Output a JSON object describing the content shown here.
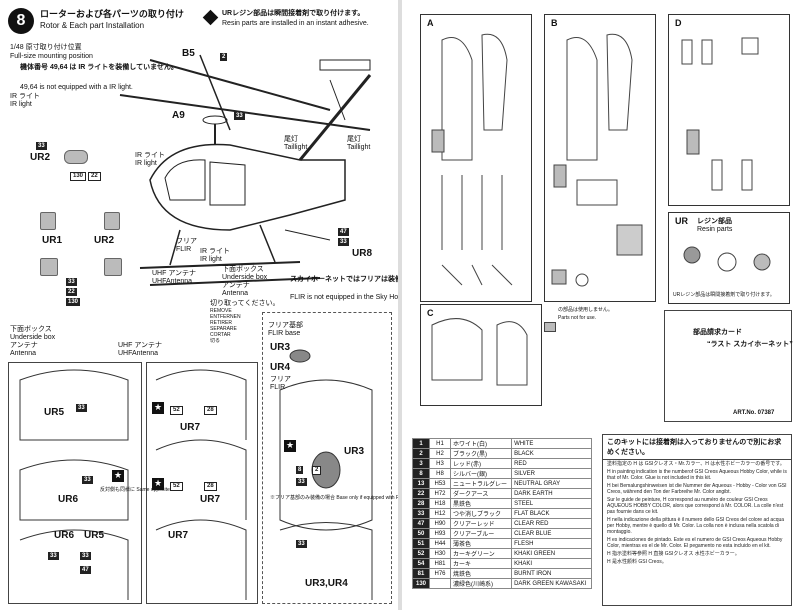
{
  "left": {
    "step": {
      "number": "8",
      "title_jp": "ローターおよび各パーツの取り付け",
      "title_en": "Rotor & Each part Installation",
      "resin_note_jp": "URレジン部品は瞬間接着剤で取り付けます。",
      "resin_note_en": "Resin parts are installed in an instant adhesive."
    },
    "scale_note_jp": "1/48 原寸取り付け位置",
    "scale_note_en": "Full-size mounting position",
    "ir_note_jp": "機体番号 49,64 は IR ライトを装備していません。",
    "ir_note_en": "49,64 is not equipped with a IR light.",
    "ir_light_jp": "IR ライト",
    "ir_light_en": "IR light",
    "parts": {
      "b5": "B5",
      "a9": "A9",
      "ur2_a": "UR2",
      "ur1": "UR1",
      "ur2_b": "UR2",
      "ur8": "UR8",
      "ur3": "UR3",
      "ur4": "UR4",
      "ur5": "UR5",
      "ur6": "UR6",
      "ur7_a": "UR7",
      "ur7_b": "UR7",
      "ur3_b": "UR3",
      "ur7_c": "UR7",
      "ur6_b": "UR6",
      "ur5_b": "UR5",
      "ur3ur4": "UR3,UR4"
    },
    "tags": {
      "t2": "2",
      "t33": "33",
      "t130": "130",
      "t22": "22",
      "t47": "47",
      "t52": "52",
      "t28": "28",
      "t8": "8"
    },
    "taillight_jp": "尾灯",
    "taillight_en": "Taillight",
    "flir_jp": "フリア",
    "flir_en": "FLIR",
    "uhf_jp": "UHF アンテナ",
    "uhf_en": "UHFAntenna",
    "underbox_jp": "下面ボックス",
    "underbox_en": "Underside box",
    "antenna_jp": "アンテナ",
    "antenna_en": "Antenna",
    "remove_jp": "切り取ってください。",
    "remove_langs": [
      "REMOVE",
      "ENTFERNEN",
      "RETIRER",
      "SEPARARE",
      "CORTAR",
      "切る"
    ],
    "skyhornet_jp": "スカイホーネットではフリアは装備されておりません。",
    "skyhornet_en": "FLIR is not equipped in the Sky Hornet.",
    "flir_base_jp": "フリア基部",
    "flir_base_en": "FLIR base",
    "flir_note": "※フリア基部のみ装備の場合 Base only if equipped with FLIR",
    "same_opposite": "反対側も同様に Same opposite"
  },
  "right": {
    "sprues": [
      "A",
      "B",
      "C",
      "D"
    ],
    "ur_title_jp": "レジン部品",
    "ur_title_en": "Resin parts",
    "ur_label": "UR",
    "resin_caution": "URレジン部品は瞬間接着剤で取り付けます。",
    "unused_jp": "の部品は使用しません。",
    "unused_en": "Parts not for use.",
    "order_card": "部品請求カード",
    "kit_name": "“ラスト スカイホーネット”",
    "art_no": "ART.No. 07387",
    "notice_title": "このキットには接着剤は入っておりませんので別にお求めください。",
    "notice_lines": [
      "塗料指定の H は GSIクレオス・Mr.カラー、H は水性ホビーカラーの番号です。",
      "H in painting indication is the numberof GSI Creos Aqueous Hobby Color, while is that of Mr. Color. Glue is not included in this kit.",
      "H bei Bemalungshinweisen ist die Nummer der Aqueous - Hobby - Color von GSI Creos, während den Ton der Farbreihe Mr. Color angibt.",
      "Sur le guide de peinture, H correspond au numéro de couleur GSI Creos AQUEOUS HOBBY COLOR, alors que correspond à Mr. COLOR. La colle n'est pas fournie dans ce kit.",
      "H nella indicazione della pittura è il numero dello GSI Creos del colore ad acqua per Hobby, mentre è quello di Mr. Color. La colla non è inclusa nella scatola di montaggio.",
      "H es indicaciones de pintado. Este es el numero de GSI Creos Aqueous Hobby Color, mientras es el de Mr. Color. El pegamento no esta incluido en el kit.",
      "H 指示塗料等参照 H 直接 GSIクレオス 水性ホビーカラー。",
      "H 是水性颜料 GSI Creos。"
    ],
    "colors": [
      {
        "code": "1",
        "h": "H1",
        "jp": "ホワイト(白)",
        "en": "WHITE"
      },
      {
        "code": "2",
        "h": "H2",
        "jp": "ブラック(黒)",
        "en": "BLACK"
      },
      {
        "code": "3",
        "h": "H3",
        "jp": "レッド(赤)",
        "en": "RED"
      },
      {
        "code": "8",
        "h": "H8",
        "jp": "シルバー(銀)",
        "en": "SILVER"
      },
      {
        "code": "13",
        "h": "H53",
        "jp": "ニュートラルグレー",
        "en": "NEUTRAL GRAY"
      },
      {
        "code": "22",
        "h": "H72",
        "jp": "ダークアース",
        "en": "DARK EARTH"
      },
      {
        "code": "28",
        "h": "H18",
        "jp": "黒鉄色",
        "en": "STEEL"
      },
      {
        "code": "33",
        "h": "H12",
        "jp": "つや消しブラック",
        "en": "FLAT BLACK"
      },
      {
        "code": "47",
        "h": "H90",
        "jp": "クリアーレッド",
        "en": "CLEAR RED"
      },
      {
        "code": "50",
        "h": "H93",
        "jp": "クリアーブルー",
        "en": "CLEAR BLUE"
      },
      {
        "code": "51",
        "h": "H44",
        "jp": "薄茶色",
        "en": "FLESH"
      },
      {
        "code": "52",
        "h": "H30",
        "jp": "カーキグリーン",
        "en": "KHAKI GREEN"
      },
      {
        "code": "54",
        "h": "H81",
        "jp": "カーキ",
        "en": "KHAKI"
      },
      {
        "code": "81",
        "h": "H76",
        "jp": "焼鉄色",
        "en": "BURNT IRON"
      },
      {
        "code": "130",
        "h": "",
        "jp": "濃緑色(川崎系)",
        "en": "DARK GREEN KAWASAKI"
      }
    ]
  }
}
